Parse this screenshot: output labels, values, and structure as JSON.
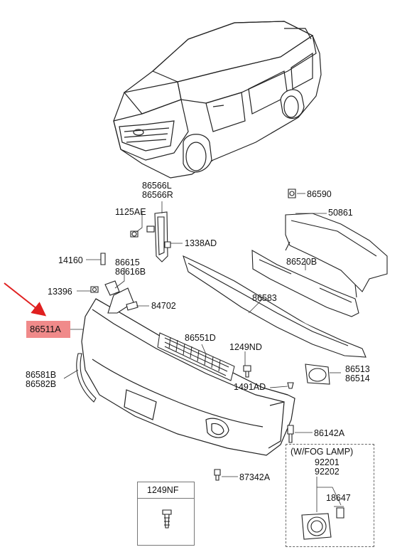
{
  "callouts": {
    "p86566L": "86566L",
    "p86566R": "86566R",
    "p86590": "86590",
    "p1125AE": "1125AE",
    "p50861": "50861",
    "p1338AD": "1338AD",
    "p14160": "14160",
    "p86615": "86615",
    "p86616B": "86616B",
    "p86520B": "86520B",
    "p13396": "13396",
    "p84702": "84702",
    "p86583": "86583",
    "p86511A": "86511A",
    "p86551D": "86551D",
    "p1249ND": "1249ND",
    "p86581B": "86581B",
    "p86582B": "86582B",
    "p86513": "86513",
    "p86514": "86514",
    "p1491AD": "1491AD",
    "p86142A": "86142A",
    "p87342A": "87342A"
  },
  "inset_left": {
    "label": "1249NF"
  },
  "inset_right": {
    "title": "(W/FOG LAMP)",
    "p92201": "92201",
    "p92202": "92202",
    "p18647": "18647"
  },
  "highlight_color": "#f08a8a",
  "arrow_color": "#e02020"
}
